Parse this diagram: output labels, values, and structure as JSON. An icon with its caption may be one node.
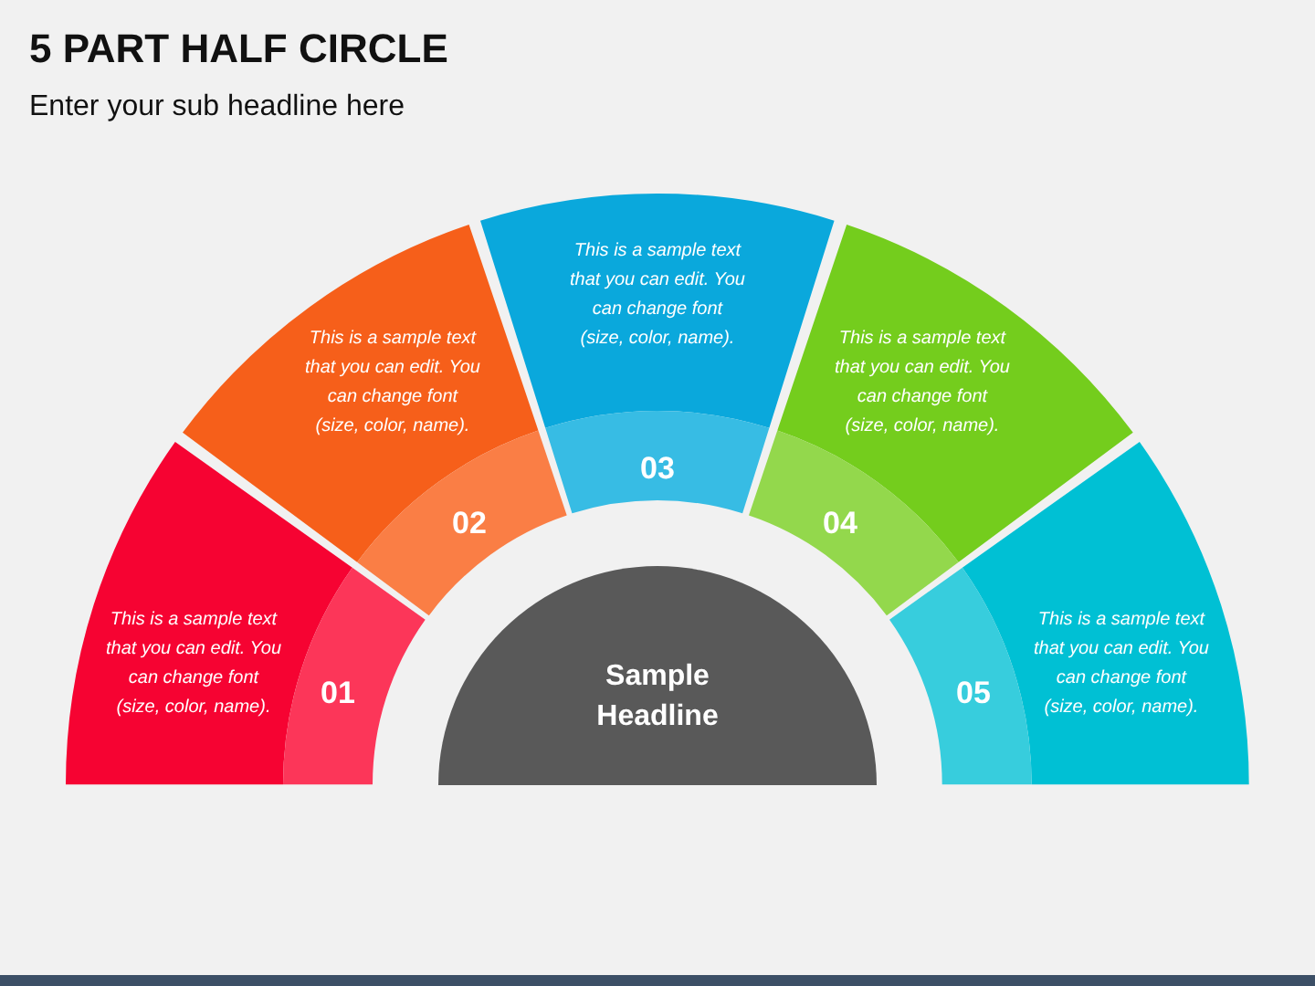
{
  "diagram": {
    "title": "5 PART HALF CIRCLE",
    "nodes": [
      {
        "text": [
          "This is a sample text that you can edit. You can change font (size, color, name).",
          "01"
        ]
      },
      {
        "text": [
          "This is a sample text that you can edit. You can change font (size, color, name).",
          "02"
        ]
      },
      {
        "text": [
          "This is a sample text that you can edit. You can change font (size, color, name).",
          "03"
        ]
      },
      {
        "text": [
          "This is a sample text that you can edit. You can change font (size, color, name).",
          "04"
        ]
      },
      {
        "text": [
          "05",
          "This is a sample text that you can edit. You can change font (size, color, name)."
        ]
      },
      {
        "text": [
          "Sample Headline"
        ]
      }
    ],
    "labels": [
      "Enter your sub headline here"
    ]
  }
}
